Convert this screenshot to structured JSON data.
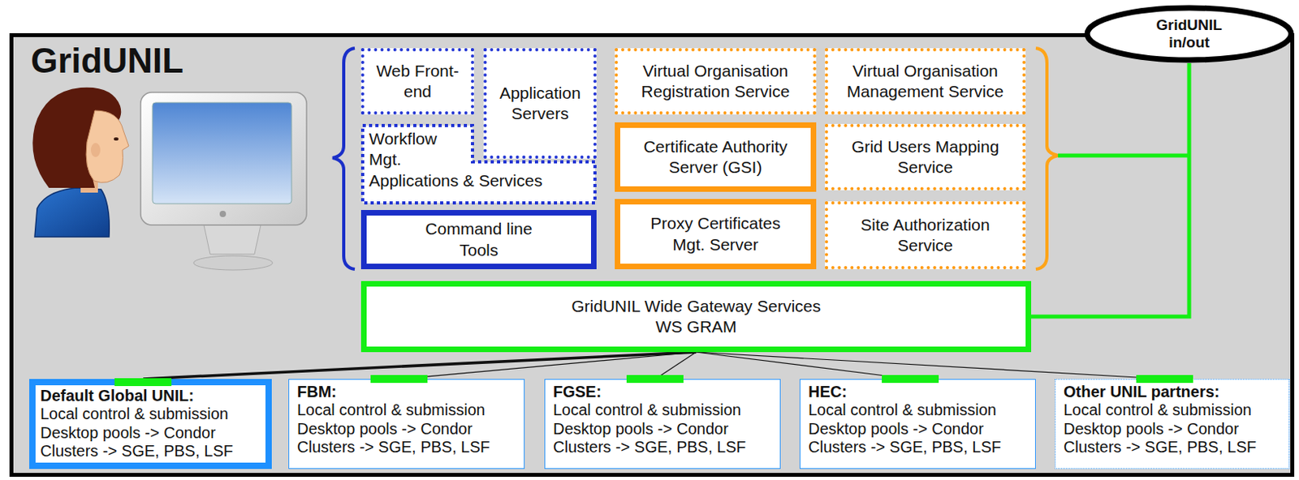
{
  "diagram": {
    "nodes": [
      {
        "text": [
          "GridUNIL in/out"
        ]
      },
      {
        "text": [
          "GridUNIL"
        ]
      },
      {
        "text": [
          "Web Front-end"
        ],
        "in": 1
      },
      {
        "text": [
          "Application Servers"
        ],
        "in": 1
      },
      {
        "text": [
          "Virtual Organisation Registration Service"
        ],
        "in": 1
      },
      {
        "text": [
          "Virtual Organisation Management Service"
        ],
        "in": 1
      },
      {
        "text": [
          "Workflow Mgt. Applications & Services"
        ],
        "in": 1
      },
      {
        "text": [
          "Certificate Authority Server (GSI)"
        ],
        "in": 1
      },
      {
        "text": [
          "Grid Users Mapping Service"
        ],
        "in": 1
      },
      {
        "text": [
          "Command line Tools"
        ],
        "in": 1
      },
      {
        "text": [
          "Proxy Certificates Mgt. Server"
        ],
        "in": 1
      },
      {
        "text": [
          "Site Authorization Service"
        ],
        "in": 1
      },
      {
        "text": [
          "GridUNIL Wide Gateway Services",
          "WS GRAM"
        ],
        "in": 1
      },
      {
        "text": [
          "Default Global UNIL:",
          "Local control & submission",
          "Desktop pools -> Condor",
          "Clusters -> SGE, PBS, LSF"
        ],
        "in": 1
      },
      {
        "text": [
          "FBM:",
          "Local control & submission",
          "Desktop pools -> Condor",
          "Clusters -> SGE, PBS, LSF"
        ],
        "in": 1
      },
      {
        "text": [
          "FGSE:",
          "Local control & submission",
          "Desktop pools -> Condor",
          "Clusters -> SGE, PBS, LSF"
        ],
        "in": 1
      },
      {
        "text": [
          "HEC:",
          "Local control & submission",
          "Desktop pools -> Condor",
          "Clusters -> SGE, PBS, LSF"
        ],
        "in": 1
      },
      {
        "text": [
          "Other UNIL partners:",
          "Local control & submission",
          "Desktop pools -> Condor",
          "Clusters -> SGE, PBS, LSF"
        ],
        "in": 1
      }
    ],
    "edges": [
      {
        "from": 0,
        "to": 12,
        "arrow": "none"
      },
      {
        "from": 12,
        "to": 13,
        "arrow": "none"
      },
      {
        "from": 12,
        "to": 14,
        "arrow": "none"
      },
      {
        "from": 12,
        "to": 15,
        "arrow": "none"
      },
      {
        "from": 12,
        "to": 16,
        "arrow": "none"
      },
      {
        "from": 12,
        "to": 17,
        "arrow": "none"
      }
    ]
  }
}
